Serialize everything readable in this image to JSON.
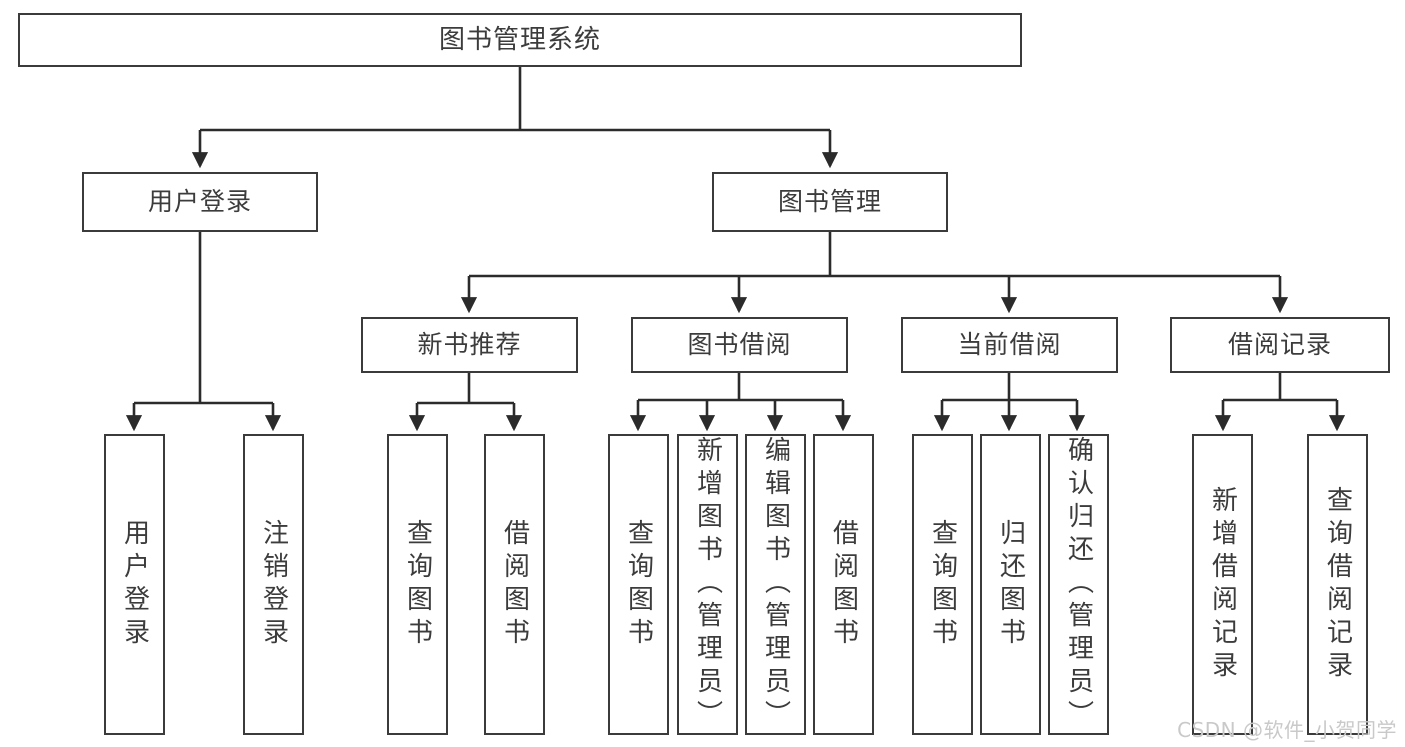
{
  "diagram": {
    "title": "图书管理系统",
    "type": "tree",
    "orientation": "top-down",
    "colors": {
      "box_border": "#3b3b3b",
      "box_fill": "#ffffff",
      "edge": "#2b2b2b",
      "text": "#3c3c3c",
      "watermark": "#c9c9c9"
    },
    "root": {
      "id": "root",
      "label": "图书管理系统",
      "text_orientation": "horizontal"
    },
    "level2": [
      {
        "id": "user-login",
        "label": "用户登录",
        "text_orientation": "horizontal"
      },
      {
        "id": "book-manage",
        "label": "图书管理",
        "text_orientation": "horizontal"
      }
    ],
    "level3": [
      {
        "id": "new-book-recommend",
        "label": "新书推荐",
        "text_orientation": "horizontal"
      },
      {
        "id": "book-borrow",
        "label": "图书借阅",
        "text_orientation": "horizontal"
      },
      {
        "id": "current-borrow",
        "label": "当前借阅",
        "text_orientation": "horizontal"
      },
      {
        "id": "borrow-record",
        "label": "借阅记录",
        "text_orientation": "horizontal"
      }
    ],
    "leaves": [
      {
        "id": "leaf-user-login",
        "parent": "user-login",
        "label": "用户登录",
        "text_orientation": "vertical"
      },
      {
        "id": "leaf-logout",
        "parent": "user-login",
        "label": "注销登录",
        "text_orientation": "vertical"
      },
      {
        "id": "leaf-query-book-1",
        "parent": "new-book-recommend",
        "label": "查询图书",
        "text_orientation": "vertical"
      },
      {
        "id": "leaf-borrow-book-1",
        "parent": "new-book-recommend",
        "label": "借阅图书",
        "text_orientation": "vertical"
      },
      {
        "id": "leaf-query-book-2",
        "parent": "book-borrow",
        "label": "查询图书",
        "text_orientation": "vertical"
      },
      {
        "id": "leaf-add-book",
        "parent": "book-borrow",
        "label": "新增图书（管理员）",
        "text_orientation": "vertical"
      },
      {
        "id": "leaf-edit-book",
        "parent": "book-borrow",
        "label": "编辑图书（管理员）",
        "text_orientation": "vertical"
      },
      {
        "id": "leaf-borrow-book-2",
        "parent": "book-borrow",
        "label": "借阅图书",
        "text_orientation": "vertical"
      },
      {
        "id": "leaf-query-book-3",
        "parent": "current-borrow",
        "label": "查询图书",
        "text_orientation": "vertical"
      },
      {
        "id": "leaf-return-book",
        "parent": "current-borrow",
        "label": "归还图书",
        "text_orientation": "vertical"
      },
      {
        "id": "leaf-confirm-return",
        "parent": "current-borrow",
        "label": "确认归还（管理员）",
        "text_orientation": "vertical"
      },
      {
        "id": "leaf-add-record",
        "parent": "borrow-record",
        "label": "新增借阅记录",
        "text_orientation": "vertical"
      },
      {
        "id": "leaf-query-record",
        "parent": "borrow-record",
        "label": "查询借阅记录",
        "text_orientation": "vertical"
      }
    ],
    "watermark": "CSDN @软件_小贺同学"
  }
}
